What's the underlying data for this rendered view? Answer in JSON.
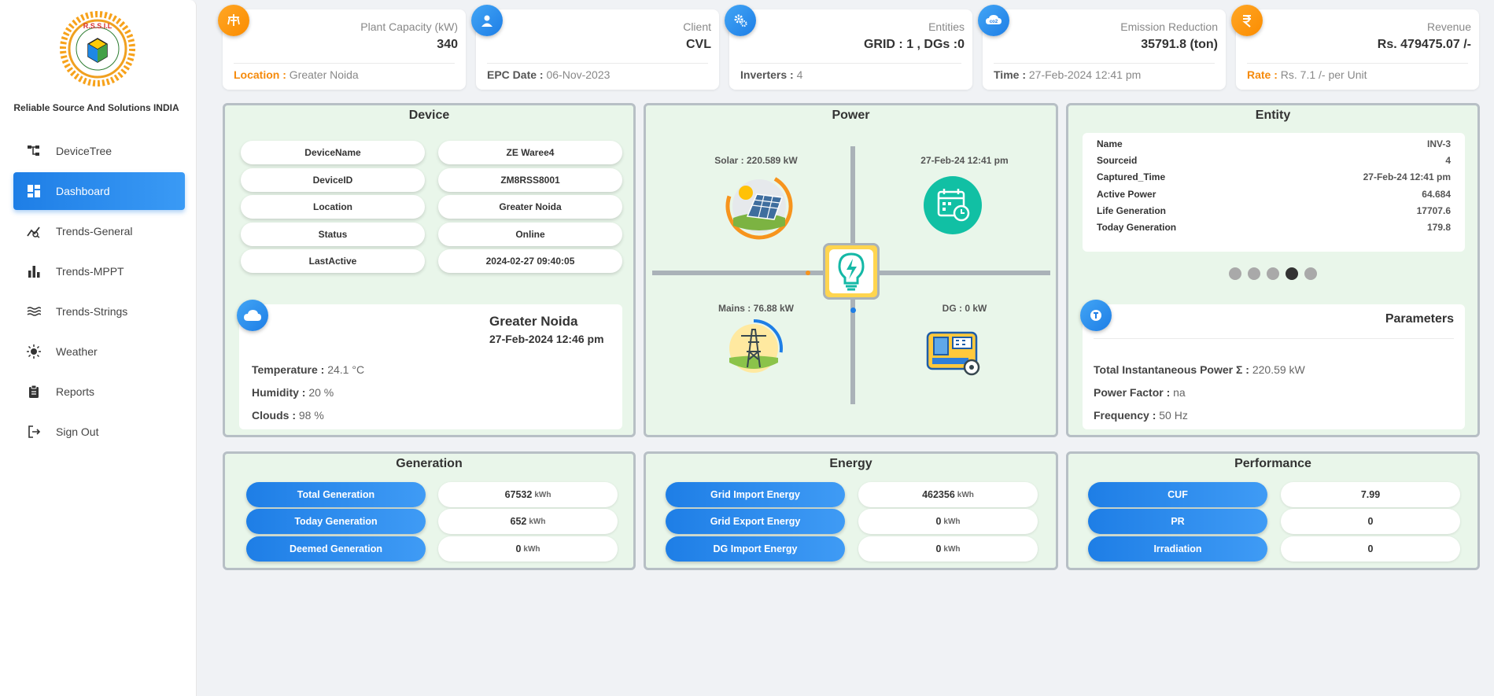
{
  "sidebar": {
    "brand": "Reliable Source And Solutions INDIA",
    "items": [
      {
        "label": "DeviceTree",
        "icon": "device-tree-icon"
      },
      {
        "label": "Dashboard",
        "icon": "dashboard-icon",
        "active": true
      },
      {
        "label": "Trends-General",
        "icon": "trends-general-icon"
      },
      {
        "label": "Trends-MPPT",
        "icon": "bar-chart-icon"
      },
      {
        "label": "Trends-Strings",
        "icon": "waves-icon"
      },
      {
        "label": "Weather",
        "icon": "sun-icon"
      },
      {
        "label": "Reports",
        "icon": "clipboard-icon"
      },
      {
        "label": "Sign Out",
        "icon": "sign-out-icon"
      }
    ]
  },
  "top_cards": [
    {
      "label": "Plant Capacity (kW)",
      "value": "340",
      "foot_key": "Location :",
      "foot_val": " Greater Noida",
      "icon": "plant-icon",
      "color": "orange"
    },
    {
      "label": "Client",
      "value": "CVL",
      "foot_key": "EPC Date :",
      "foot_val": " 06-Nov-2023",
      "icon": "user-icon",
      "color": "blue"
    },
    {
      "label": "Entities",
      "value": "GRID : 1 , DGs :0",
      "foot_key": "Inverters :",
      "foot_val": " 4",
      "icon": "gears-icon",
      "color": "blue"
    },
    {
      "label": "Emission Reduction",
      "value": "35791.8 (ton)",
      "foot_key": "Time :",
      "foot_val": " 27-Feb-2024 12:41 pm",
      "icon": "co2-icon",
      "color": "blue"
    },
    {
      "label": "Revenue",
      "value": "Rs. 479475.07 /-",
      "foot_key": "Rate :",
      "foot_val": " Rs. 7.1 /- per Unit",
      "icon": "rupee-icon",
      "color": "orange"
    }
  ],
  "device": {
    "title": "Device",
    "rows": [
      {
        "key": "DeviceName",
        "value": "ZE Waree4"
      },
      {
        "key": "DeviceID",
        "value": "ZM8RSS8001"
      },
      {
        "key": "Location",
        "value": "Greater Noida"
      },
      {
        "key": "Status",
        "value": "Online"
      },
      {
        "key": "LastActive",
        "value": "2024-02-27 09:40:05"
      }
    ],
    "weather": {
      "city": "Greater Noida",
      "datetime": "27-Feb-2024 12:46 pm",
      "temp_label": "Temperature :",
      "temp_value": " 24.1 °C",
      "hum_label": "Humidity :",
      "hum_value": " 20 %",
      "cloud_label": "Clouds :",
      "cloud_value": " 98 %"
    }
  },
  "power": {
    "title": "Power",
    "solar": "Solar : 220.589 kW",
    "datetime": "27-Feb-24 12:41 pm",
    "mains": "Mains : 76.88 kW",
    "dg": "DG : 0 kW"
  },
  "entity": {
    "title": "Entity",
    "rows": [
      {
        "key": "Name",
        "value": "INV-3"
      },
      {
        "key": "Sourceid",
        "value": "4"
      },
      {
        "key": "Captured_Time",
        "value": "27-Feb-24 12:41 pm"
      },
      {
        "key": "Active Power",
        "value": "64.684"
      },
      {
        "key": "Life Generation",
        "value": "17707.6"
      },
      {
        "key": "Today Generation",
        "value": "179.8"
      }
    ],
    "active_dot": 4,
    "dot_count": 5
  },
  "parameters": {
    "title": "Parameters",
    "tip_label": "Total Instantaneous Power Σ  :",
    "tip_value": " 220.59 kW",
    "pf_label": "Power Factor :",
    "pf_value": " na",
    "freq_label": "Frequency :",
    "freq_value": " 50 Hz"
  },
  "generation": {
    "title": "Generation",
    "rows": [
      {
        "label": "Total Generation",
        "value": "67532",
        "unit": "kWh"
      },
      {
        "label": "Today Generation",
        "value": "652",
        "unit": "kWh"
      },
      {
        "label": "Deemed Generation",
        "value": "0",
        "unit": "kWh"
      }
    ]
  },
  "energy": {
    "title": "Energy",
    "rows": [
      {
        "label": "Grid Import Energy",
        "value": "462356",
        "unit": "kWh"
      },
      {
        "label": "Grid Export Energy",
        "value": "0",
        "unit": "kWh"
      },
      {
        "label": "DG Import Energy",
        "value": "0",
        "unit": "kWh"
      }
    ]
  },
  "performance": {
    "title": "Performance",
    "rows": [
      {
        "label": "CUF",
        "value": "7.99"
      },
      {
        "label": "PR",
        "value": "0"
      },
      {
        "label": "Irradiation",
        "value": "0"
      }
    ]
  }
}
